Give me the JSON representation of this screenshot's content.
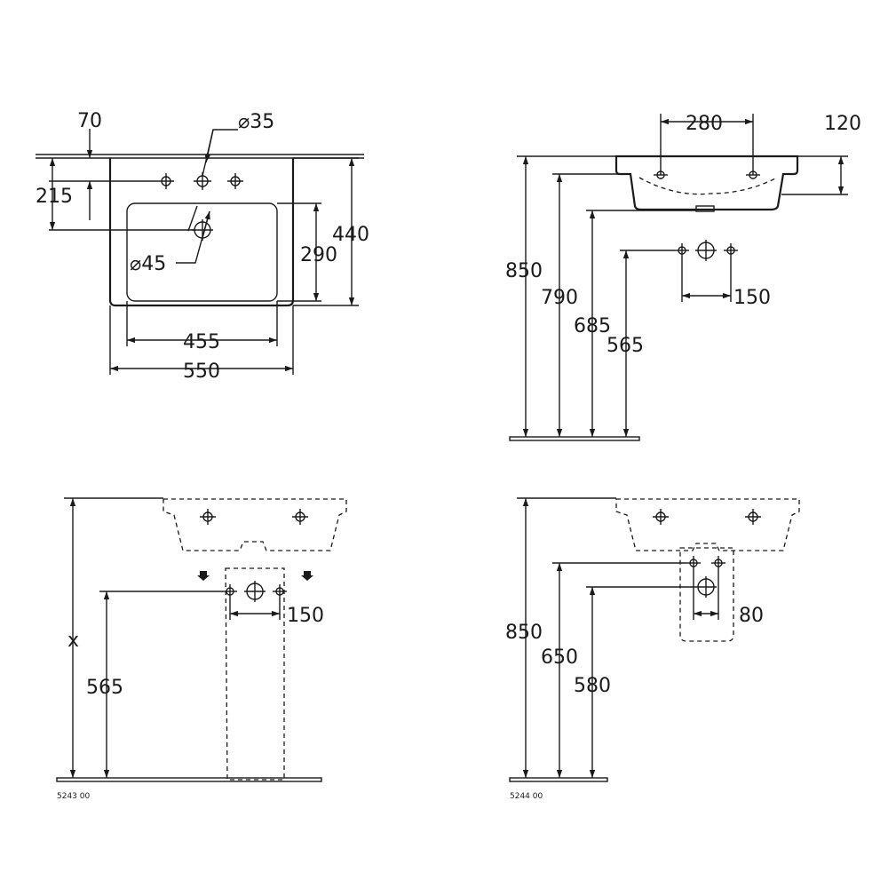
{
  "views": {
    "top": {
      "d70": "70",
      "d35": "⌀35",
      "d215": "215",
      "d290": "290",
      "d440": "440",
      "d45": "⌀45",
      "d455": "455",
      "d550": "550"
    },
    "side": {
      "d280": "280",
      "d120": "120",
      "d850": "850",
      "d790": "790",
      "d685": "685",
      "d565": "565",
      "d150": "150"
    },
    "front_a": {
      "dx": "x",
      "d565": "565",
      "d150": "150",
      "code": "5243 00"
    },
    "front_b": {
      "d850": "850",
      "d650": "650",
      "d580": "580",
      "d80": "80",
      "code": "5244 00"
    }
  }
}
